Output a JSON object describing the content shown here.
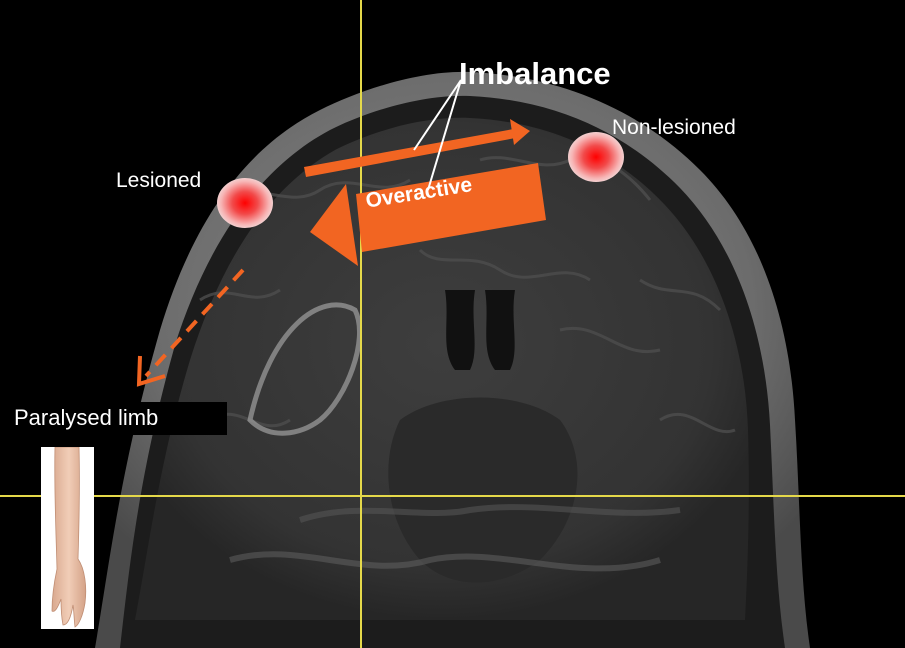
{
  "labels": {
    "title": "Imbalance",
    "lesioned": "Lesioned",
    "non_lesioned": "Non-lesioned",
    "overactive": "Overactive",
    "limb": "Paralysed limb"
  },
  "colors": {
    "arrow": "#f26522",
    "crosshair": "#e5d94a",
    "lesion_core": "#ff1a1a",
    "background": "#000000"
  },
  "icons": {
    "scan": "mri-coronal-brain",
    "limb": "forearm-hand-photo"
  }
}
